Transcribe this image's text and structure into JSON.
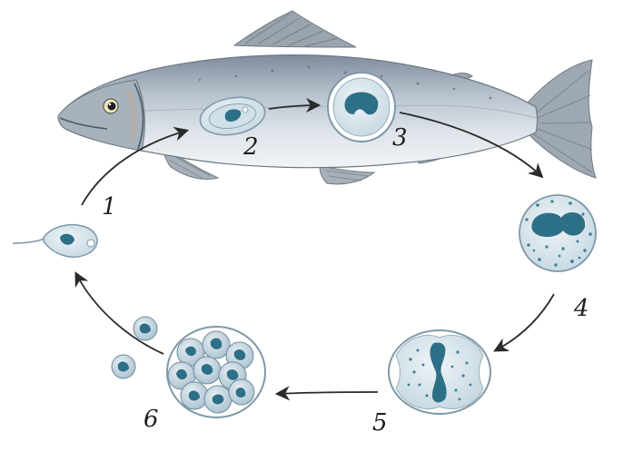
{
  "labels": {
    "stage_1": "1",
    "stage_2": "2",
    "stage_3": "3",
    "stage_4": "4",
    "stage_5": "5",
    "stage_6": "6"
  },
  "colors": {
    "background": "#ffffff",
    "fish_body": "#c9d3de",
    "fish_back": "#8d9aa9",
    "fish_belly": "#eef2f6",
    "fin": "#9aa4ad",
    "cell_fill": "#dbe7ee",
    "cell_outline": "#7e98a8",
    "nucleus": "#2d6f86",
    "arrow": "#2a2a2a"
  }
}
